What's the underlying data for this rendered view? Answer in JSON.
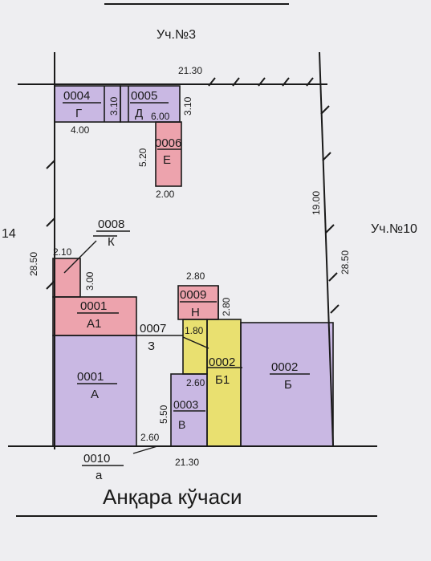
{
  "top_label": "Уч.№3",
  "left_label": "14",
  "right_label": "Уч.№10",
  "street": "Анқара кўчаси",
  "dimensions": {
    "top_width": "21.30",
    "bottom_width": "21.30",
    "left_depth": "28.50",
    "right_depth": "28.50",
    "right_upper": "19.00",
    "g_height": "3.10",
    "g_width": "4.00",
    "d_height": "3.10",
    "d_width": "6.00",
    "e_height": "5.20",
    "e_width": "2.00",
    "k_width": "2.10",
    "k_height": "3.00",
    "n_width": "2.80",
    "n_height": "2.80",
    "z_width": "1.80",
    "v_width": "2.60",
    "v_height": "5.50",
    "a_gap": "2.60"
  },
  "rooms": {
    "g": {
      "num": "0004",
      "letter": "Г"
    },
    "d": {
      "num": "0005",
      "letter": "Д"
    },
    "e": {
      "num": "0006",
      "letter": "Е"
    },
    "k": {
      "num": "0008",
      "letter": "К"
    },
    "a1": {
      "num": "0001",
      "letter": "А1"
    },
    "n": {
      "num": "0009",
      "letter": "Н"
    },
    "z": {
      "num": "0007",
      "letter": "З"
    },
    "a": {
      "num": "0001",
      "letter": "А"
    },
    "b1": {
      "num": "0002",
      "letter": "Б1"
    },
    "b": {
      "num": "0002",
      "letter": "Б"
    },
    "v": {
      "num": "0003",
      "letter": "В"
    },
    "aa": {
      "num": "0010",
      "letter": "а"
    }
  },
  "colors": {
    "purple": "#c9b8e3",
    "pink": "#eda3ad",
    "yellow": "#e9e070",
    "line": "#1a1a1a"
  }
}
